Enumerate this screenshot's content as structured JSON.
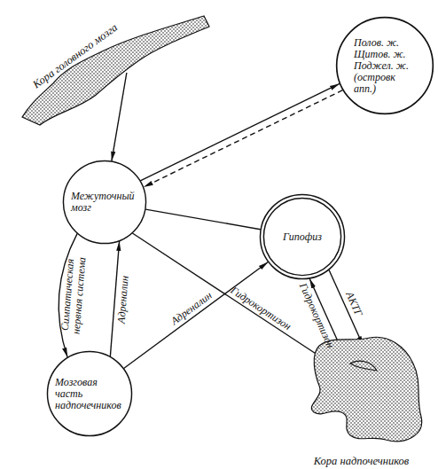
{
  "diagram": {
    "nodes": [
      {
        "text": [
          "Кора головного мозга"
        ]
      },
      {
        "text": [
          "Полов. ж. Щитов. ж. Поджел. ж. (островк апп.)"
        ]
      },
      {
        "text": [
          "Межуточный мозг"
        ]
      },
      {
        "text": [
          "Гипофиз"
        ]
      },
      {
        "text": [
          "Мозговая часть надпочечников"
        ]
      },
      {
        "text": [
          "Кора надпочечников"
        ]
      }
    ],
    "edges": [
      {
        "from": 0,
        "to": 2,
        "arrow": "to"
      },
      {
        "from": 2,
        "to": 1,
        "arrow": "to"
      },
      {
        "from": 1,
        "to": 2,
        "arrow": "to"
      },
      {
        "from": 2,
        "to": 3,
        "arrow": "none"
      },
      {
        "from": 2,
        "to": 4,
        "label": "Симпатическая нервная система",
        "arrow": "to"
      },
      {
        "from": 4,
        "to": 2,
        "label": "Адреналин",
        "arrow": "to"
      },
      {
        "from": 4,
        "to": 3,
        "label": "Адреналин",
        "arrow": "to"
      },
      {
        "from": 5,
        "to": 2,
        "label": "Гидрокортизон",
        "arrow": "none"
      },
      {
        "from": 5,
        "to": 3,
        "label": "Гидрокортизон",
        "arrow": "to"
      },
      {
        "from": 3,
        "to": 5,
        "label": "АКТГ",
        "arrow": "to"
      }
    ]
  }
}
